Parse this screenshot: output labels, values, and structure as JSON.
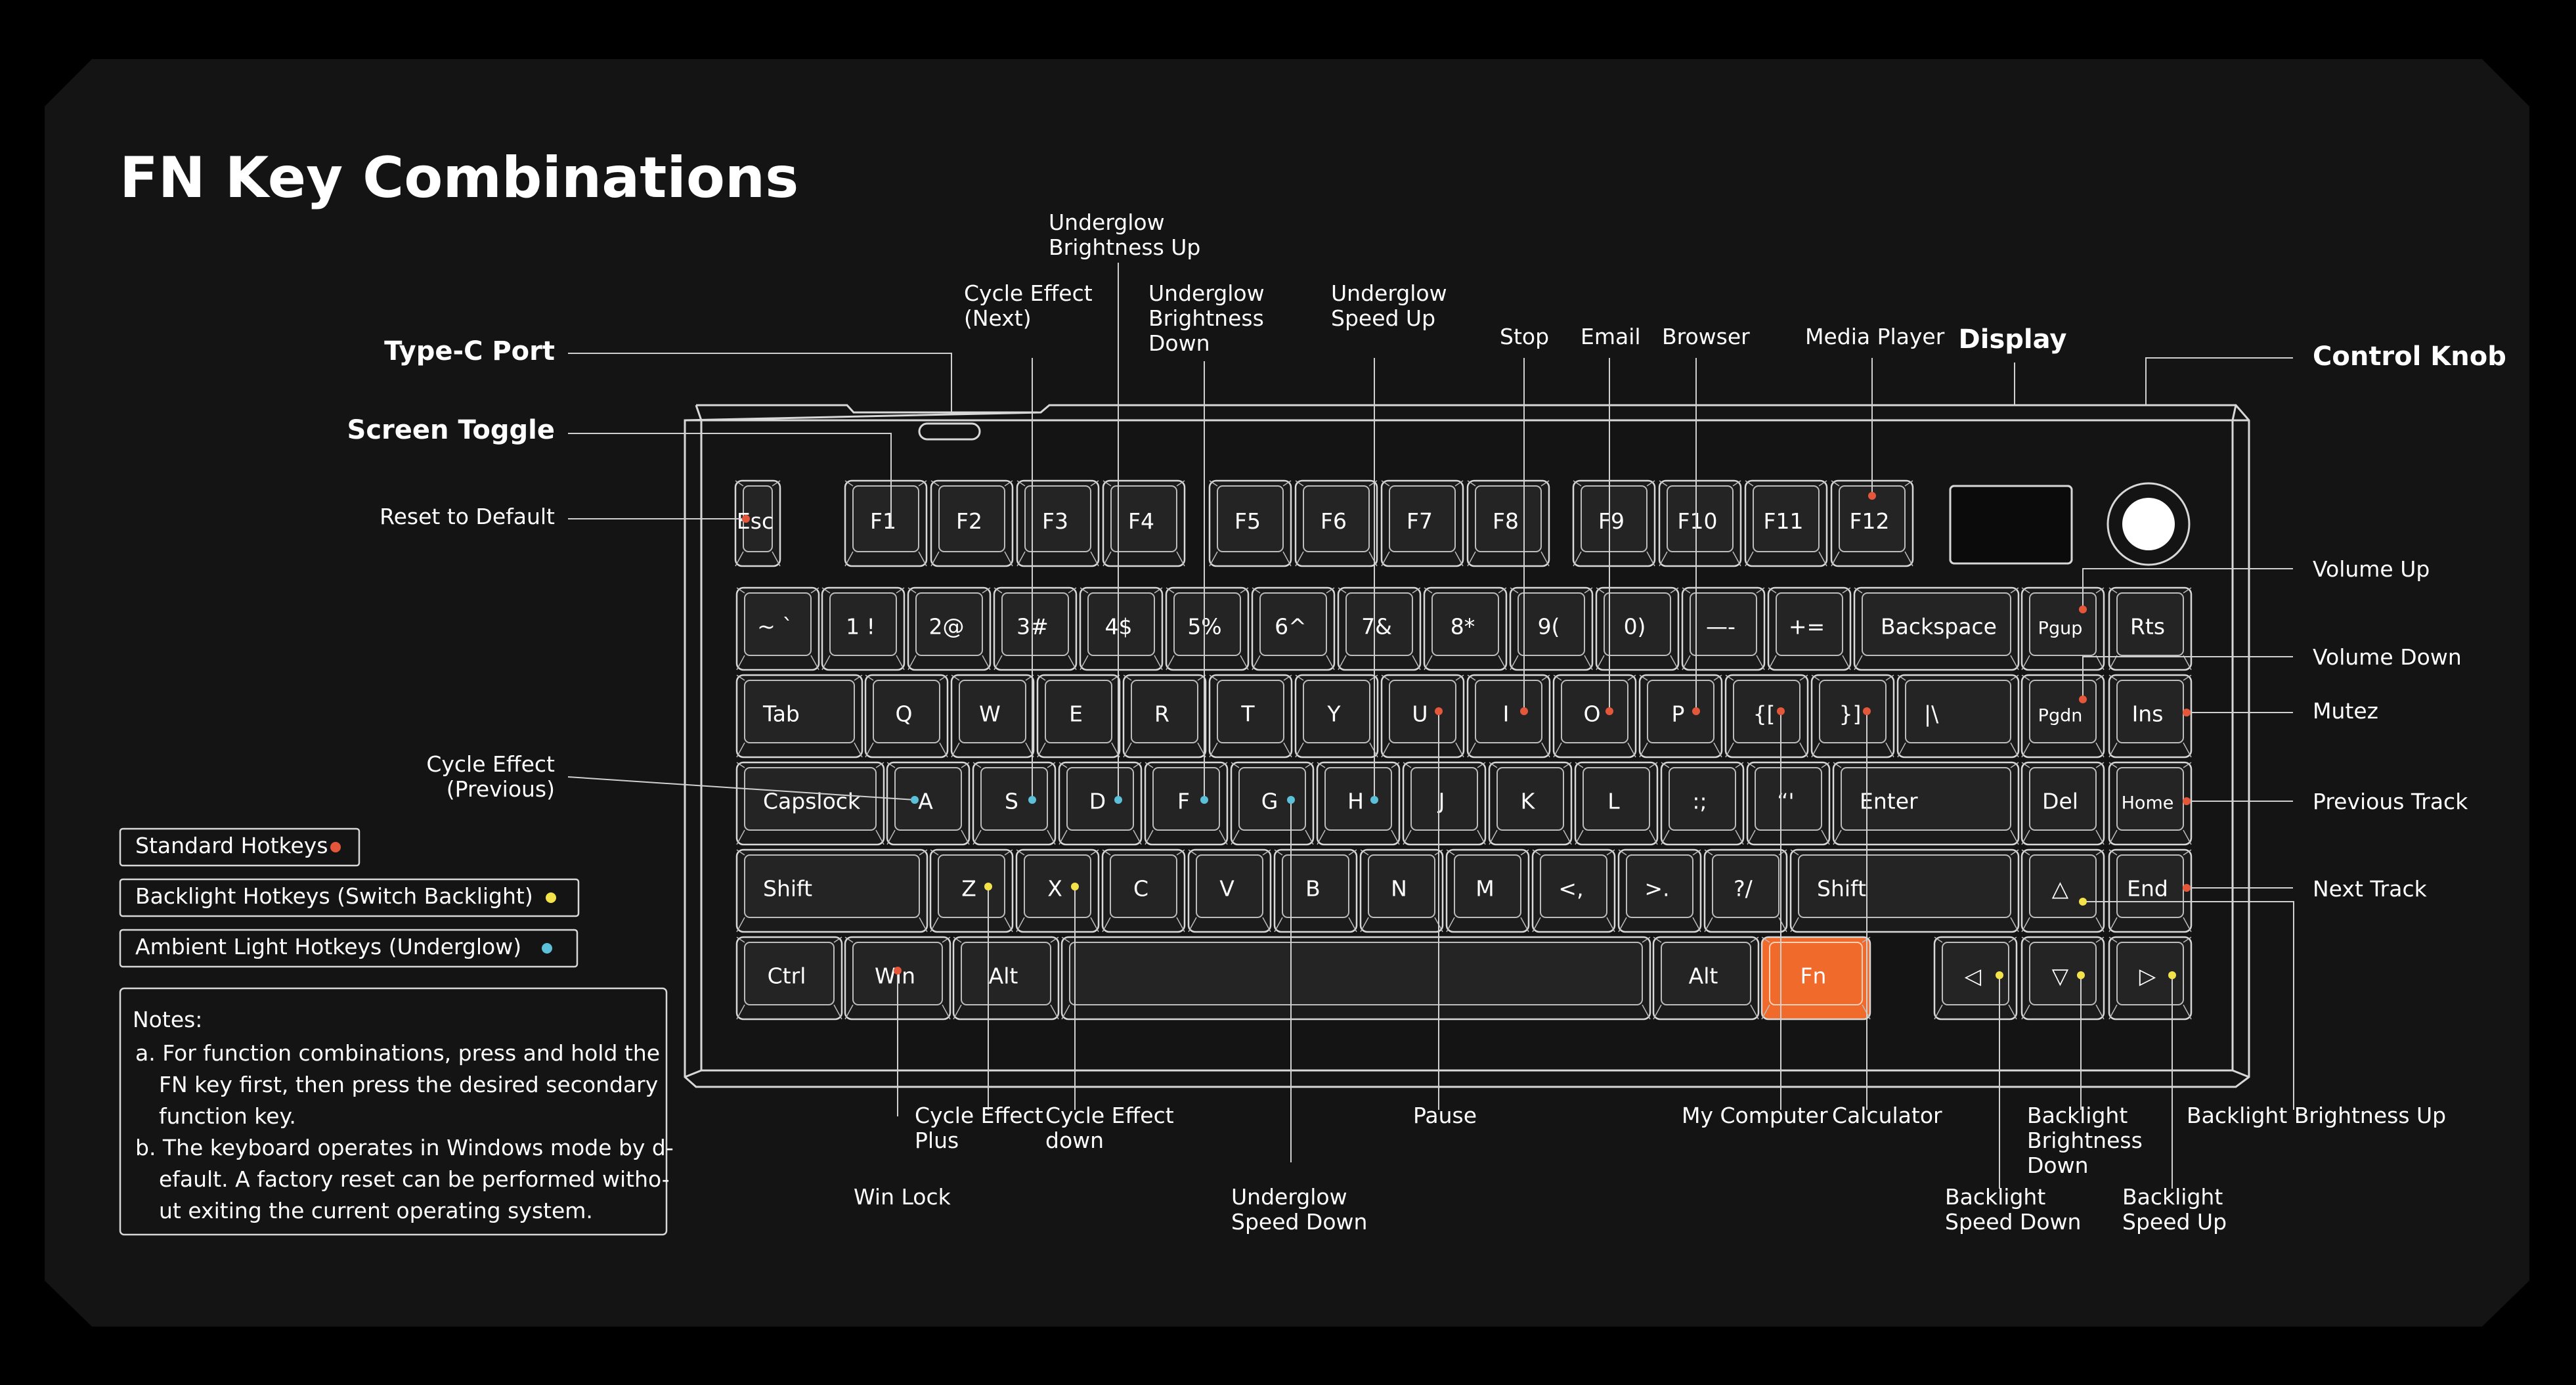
{
  "title": "FN Key Combinations",
  "colors": {
    "standard": "#e4573a",
    "backlight": "#f3e24a",
    "ambient": "#5cc0d8",
    "fn_key": "#f06a2b"
  },
  "legend": [
    {
      "label": "Standard Hotkeys",
      "color": "standard"
    },
    {
      "label": "Backlight Hotkeys (Switch Backlight)",
      "color": "backlight"
    },
    {
      "label": "Ambient Light Hotkeys (Underglow)",
      "color": "ambient"
    }
  ],
  "notes": {
    "heading": "Notes:",
    "lines": [
      "a. For function combinations, press and hold the",
      "FN key first, then press the desired  secondary",
      "function key.",
      "b. The keyboard operates in Windows mode by d-",
      "efault. A factory reset can be performed witho-",
      "ut exiting the current operating system."
    ]
  },
  "hardware_labels": {
    "type_c": "Type-C Port",
    "screen_toggle": "Screen Toggle",
    "display": "Display",
    "control_knob": "Control Knob"
  },
  "keys": {
    "row0": [
      "Esc",
      "F1",
      "F2",
      "F3",
      "F4",
      "F5",
      "F6",
      "F7",
      "F8",
      "F9",
      "F10",
      "F11",
      "F12"
    ],
    "row1": [
      "~ `",
      "1 !",
      "2@",
      "3#",
      "4$",
      "5%",
      "6^",
      "7&",
      "8*",
      "9(",
      "0)",
      "—-",
      "+=",
      "Backspace",
      "Pgup",
      "Rts"
    ],
    "row2": [
      "Tab",
      "Q",
      "W",
      "E",
      "R",
      "T",
      "Y",
      "U",
      "I",
      "O",
      "P",
      "{[",
      "}]",
      "|\\",
      "Pgdn",
      "Ins"
    ],
    "row3": [
      "Capslock",
      "A",
      "S",
      "D",
      "F",
      "G",
      "H",
      "J",
      "K",
      "L",
      ":;",
      "“'",
      "Enter",
      "Del",
      "Home"
    ],
    "row4": [
      "Shift",
      "Z",
      "X",
      "C",
      "V",
      "B",
      "N",
      "M",
      "<,",
      ">.",
      "?/",
      "Shift",
      "△",
      "End"
    ],
    "row5": [
      "Ctrl",
      "Win",
      "Alt",
      "",
      "Alt",
      "Fn",
      "◁",
      "▽",
      "▷"
    ]
  },
  "callouts": {
    "reset": "Reset to Default",
    "cycle_next": [
      "Cycle Effect",
      "(Next)"
    ],
    "ug_bright_up": [
      "Underglow",
      "Brightness Up"
    ],
    "ug_bright_down": [
      "Underglow",
      "Brightness",
      "Down"
    ],
    "ug_speed_up": [
      "Underglow",
      "Speed Up"
    ],
    "stop": "Stop",
    "email": "Email",
    "browser": "Browser",
    "media_player": "Media Player",
    "volume_up": "Volume Up",
    "volume_down": "Volume Down",
    "mute": "Mutez",
    "prev_track": "Previous Track",
    "next_track": "Next Track",
    "cycle_prev": [
      "Cycle Effect",
      "(Previous)"
    ],
    "cycle_plus": [
      "Cycle Effect",
      "Plus"
    ],
    "cycle_down": [
      "Cycle Effect",
      "down"
    ],
    "win_lock": "Win Lock",
    "ug_speed_down": [
      "Underglow",
      "Speed Down"
    ],
    "pause": "Pause",
    "my_computer": "My Computer",
    "calculator": "Calculator",
    "bl_bright_down": [
      "Backlight",
      "Brightness",
      "Down"
    ],
    "bl_bright_up": "Backlight Brightness Up",
    "bl_speed_down": [
      "Backlight",
      "Speed Down"
    ],
    "bl_speed_up": [
      "Backlight",
      "Speed Up"
    ]
  }
}
